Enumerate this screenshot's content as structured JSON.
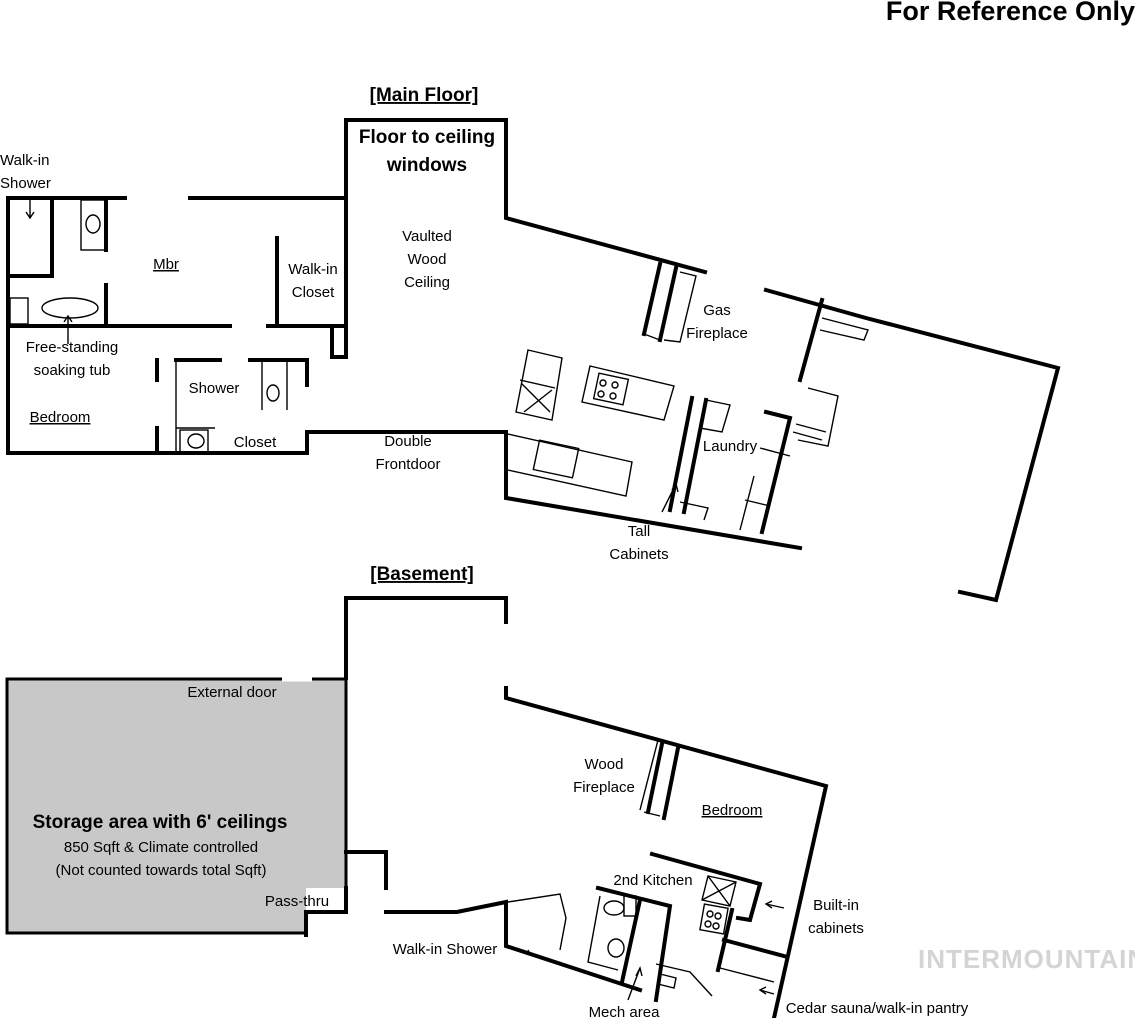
{
  "header": {
    "reference_note": "For Reference Only"
  },
  "watermark": "INTERMOUNTAIN",
  "main_floor": {
    "title": "[Main Floor]",
    "windows": [
      "Floor to ceiling",
      "windows"
    ],
    "vaulted": [
      "Vaulted",
      "Wood",
      "Ceiling"
    ],
    "walk_in_shower": [
      "Walk-in",
      "Shower"
    ],
    "mbr": "Mbr",
    "walk_in_closet": [
      "Walk-in",
      "Closet"
    ],
    "gas_fireplace": [
      "Gas",
      "Fireplace"
    ],
    "tub": [
      "Free-standing",
      "soaking tub"
    ],
    "shower": "Shower",
    "bedroom": "Bedroom",
    "closet": "Closet",
    "front_door": [
      "Double",
      "Frontdoor"
    ],
    "laundry": "Laundry",
    "tall_cabinets": [
      "Tall",
      "Cabinets"
    ]
  },
  "basement": {
    "title": "[Basement]",
    "external_door": "External door",
    "storage": [
      "Storage area with 6' ceilings",
      "850 Sqft & Climate controlled",
      "(Not counted towards total Sqft)"
    ],
    "pass_thru": "Pass-thru",
    "wood_fireplace": [
      "Wood",
      "Fireplace"
    ],
    "bedroom": "Bedroom",
    "second_kitchen": "2nd Kitchen",
    "built_in": [
      "Built-in",
      "cabinets"
    ],
    "walk_in_shower": "Walk-in Shower",
    "mech_area": "Mech area",
    "sauna": "Cedar sauna/walk-in pantry"
  }
}
